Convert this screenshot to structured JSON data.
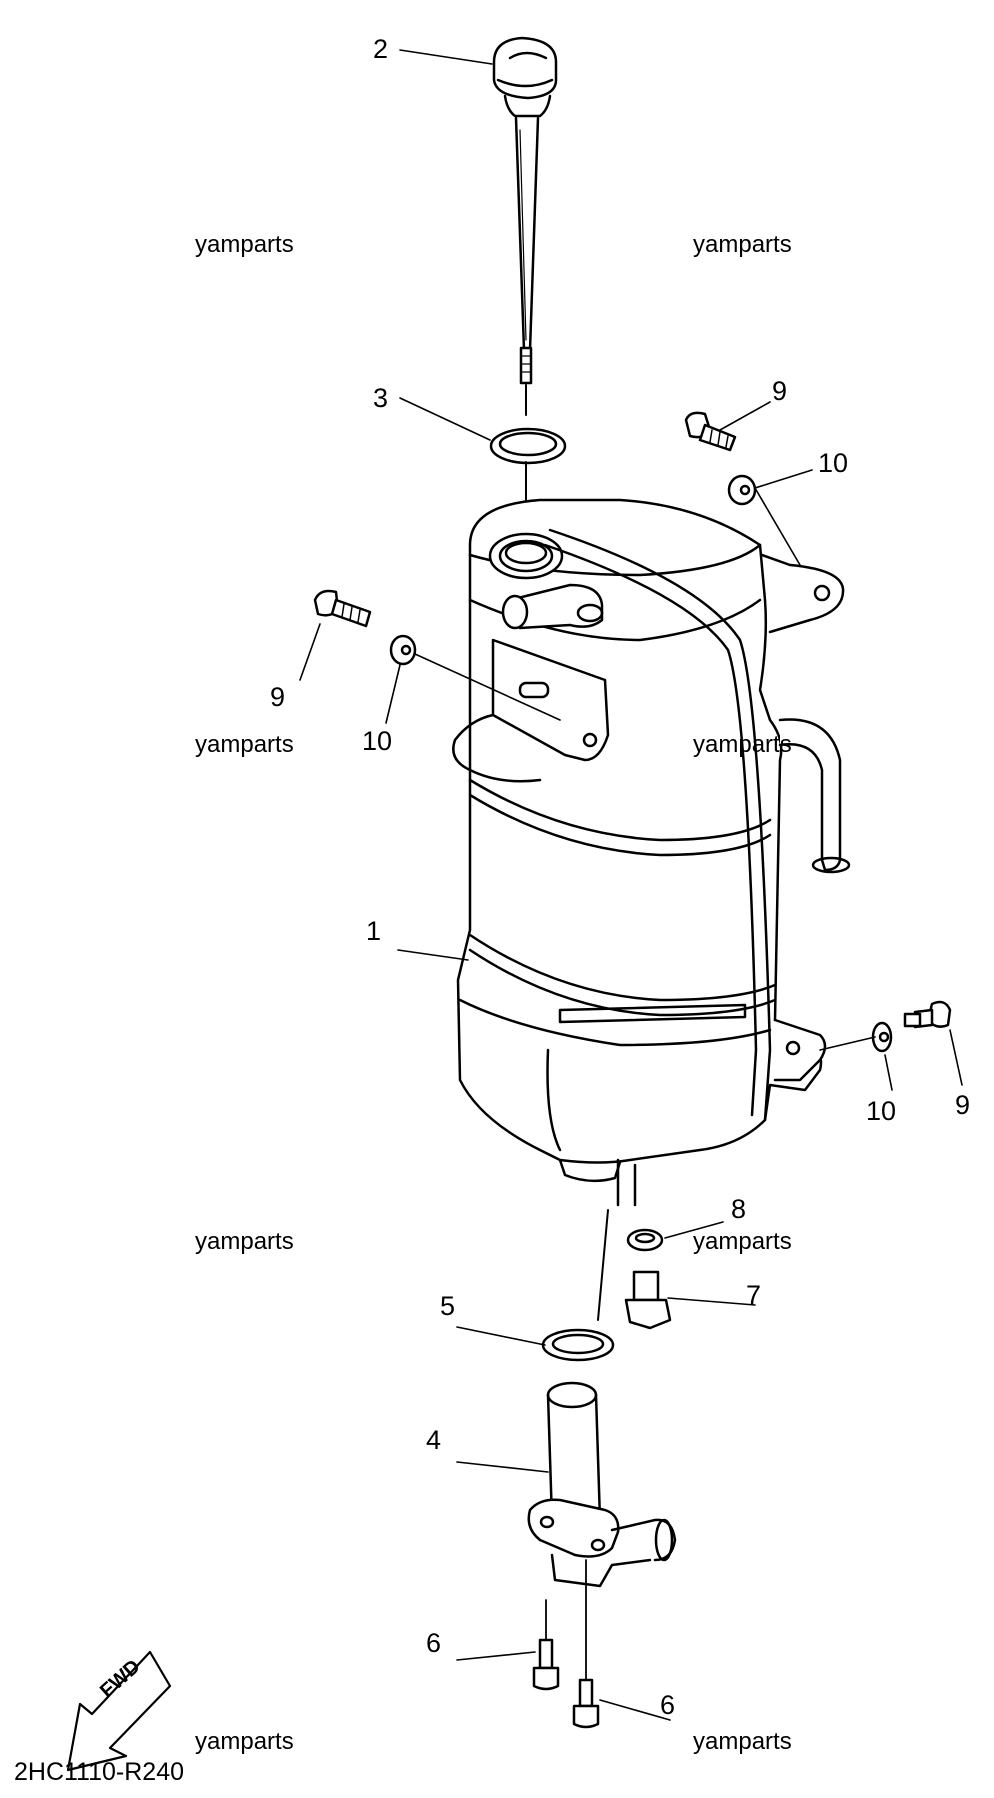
{
  "callouts": {
    "c1": "1",
    "c2": "2",
    "c3": "3",
    "c4": "4",
    "c5": "5",
    "c6a": "6",
    "c6b": "6",
    "c7": "7",
    "c8": "8",
    "c9a": "9",
    "c9b": "9",
    "c9c": "9",
    "c10a": "10",
    "c10b": "10",
    "c10c": "10"
  },
  "watermark": "yamparts",
  "fwd_label": "FWD",
  "diagram_code": "2HC1110-R240",
  "colors": {
    "line": "#000000",
    "background": "#ffffff"
  }
}
